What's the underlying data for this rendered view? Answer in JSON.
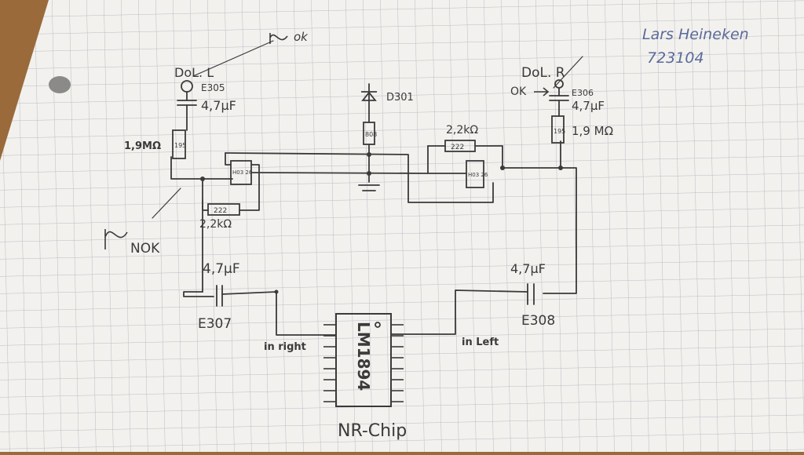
{
  "author": {
    "name": "Lars Heineken",
    "id": "723104",
    "color": "#5a6a9a"
  },
  "colors": {
    "desk": "#9a6a3a",
    "paper": "#f2f1ee",
    "grid": "#b9bcc4",
    "pencil": "#3a3a3a"
  },
  "labels": {
    "dol_left": "DoL. L",
    "dol_right": "DoL. R",
    "ok_top": "ok",
    "ok_right": "OK",
    "nok": "NOK",
    "e305": "E305",
    "e306": "E306",
    "e307": "E307",
    "e308": "E308",
    "cap_e305": "4,7µF",
    "cap_e306": "4,7µF",
    "cap_e307": "4,7µF",
    "cap_e308": "4,7µF",
    "res_left": "1,9MΩ",
    "res_right": "1,9 MΩ",
    "res_left_code": "195",
    "res_right_code": "195",
    "res_bottom": "2,2kΩ",
    "res_top_right": "2,2kΩ",
    "res_bottom_code": "222",
    "res_top_right_code": "222",
    "diode": "D301",
    "diode_body": "808",
    "chip_left_code": "H03 26",
    "chip_right_code": "H03 26",
    "in_right": "in right",
    "in_left": "in Left",
    "ic_name": "LM1894",
    "ic_caption": "NR-Chip"
  }
}
